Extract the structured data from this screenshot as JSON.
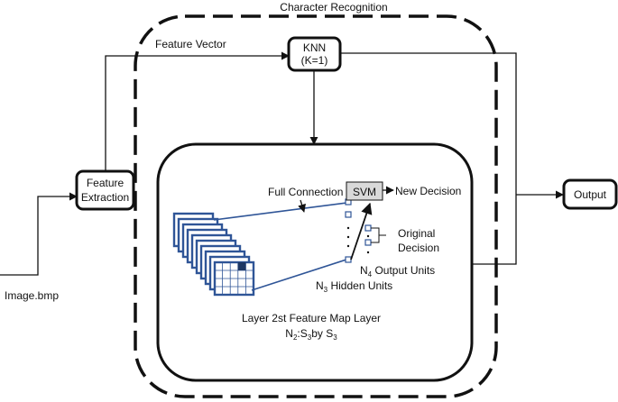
{
  "diagram": {
    "title": "Character Recognition",
    "nodes": {
      "feature_extraction": {
        "line1": "Feature",
        "line2": "Extraction"
      },
      "knn": {
        "line1": "KNN",
        "line2": "(K=1)"
      },
      "svm": {
        "label": "SVM"
      },
      "output": {
        "label": "Output"
      }
    },
    "labels": {
      "input_file": "Image.bmp",
      "feature_vector": "Feature Vector",
      "full_connection": "Full Connection",
      "new_decision": "New Decision",
      "original_decision_line1": "Original",
      "original_decision_line2": "Decision",
      "output_units": {
        "prefix": "N",
        "sub": "4",
        "suffix": " Output Units"
      },
      "hidden_units": {
        "prefix": "N",
        "sub": "3",
        "suffix": " Hidden Units"
      },
      "feature_map_layer": "Layer 2st Feature Map Layer",
      "feature_map_size": {
        "a": "N",
        "a_sub": "2",
        "b": ":S",
        "b_sub": "3",
        "c": "by S",
        "c_sub": "3"
      }
    },
    "colors": {
      "stroke": "#111111",
      "accent_blue": "#2f5597",
      "svm_fill": "#d9d9d9"
    }
  }
}
